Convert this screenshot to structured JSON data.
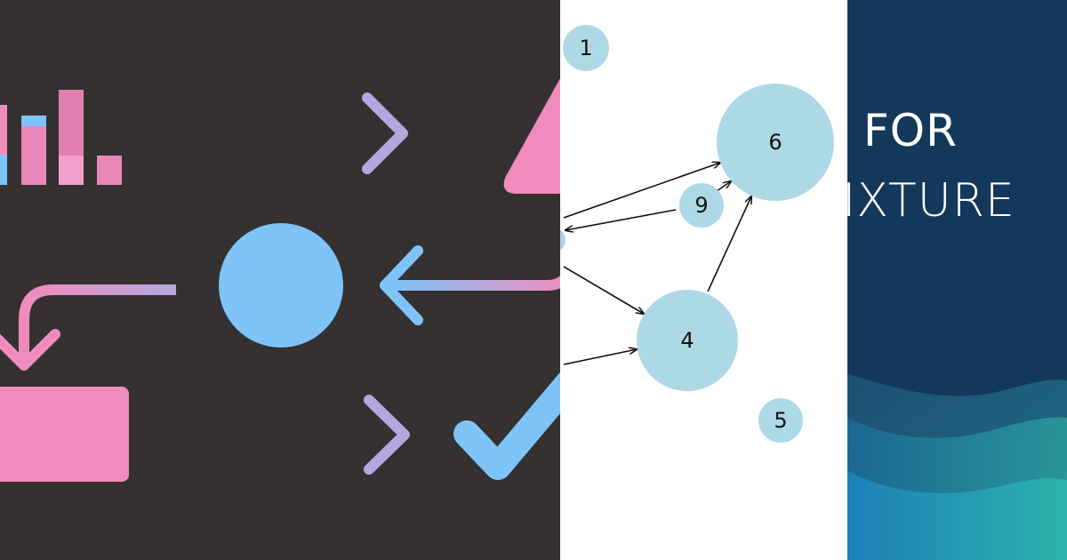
{
  "graph": {
    "nodes": [
      {
        "id": "node-1",
        "label": "1"
      },
      {
        "id": "node-6",
        "label": "6"
      },
      {
        "id": "node-9",
        "label": "9"
      },
      {
        "id": "node-4",
        "label": "4"
      },
      {
        "id": "node-5",
        "label": "5"
      }
    ],
    "node_color": "#add8e6",
    "edge_color": "#111111"
  },
  "banner": {
    "line1": "FOR",
    "line2": "IXTURE"
  },
  "colors": {
    "left_background": "#353131",
    "pink": "#f08cbd",
    "blue": "#7ec4f8",
    "lavender": "#b4a6de",
    "banner_background": "#13385a",
    "wave_teal": "#2aa8ad"
  }
}
